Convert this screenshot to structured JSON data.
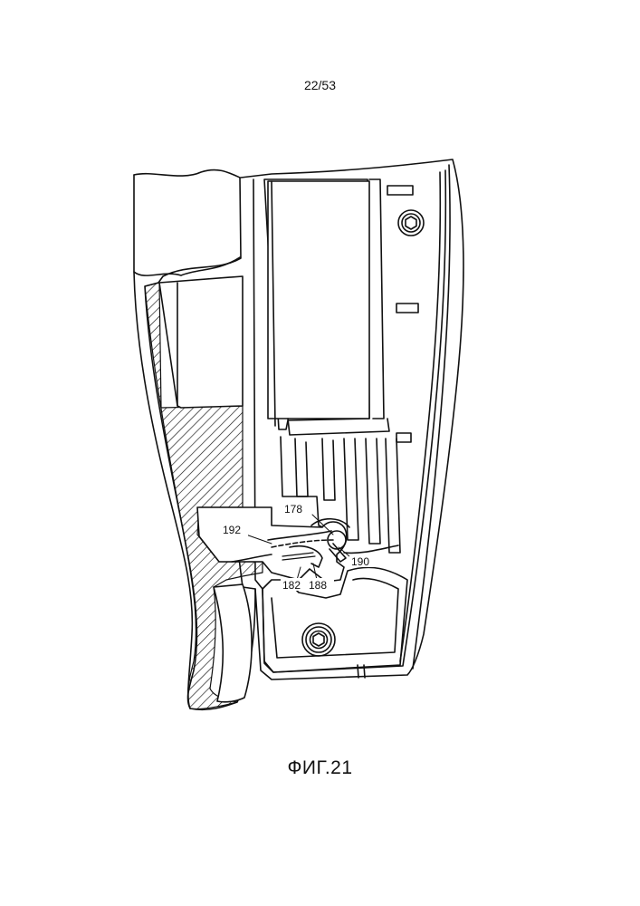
{
  "header": {
    "page_number": "22/53"
  },
  "figure": {
    "caption": "ФИГ.21",
    "reference_numerals": {
      "r178": "178",
      "r192": "192",
      "r190": "190",
      "r182": "182",
      "r188": "188"
    }
  }
}
